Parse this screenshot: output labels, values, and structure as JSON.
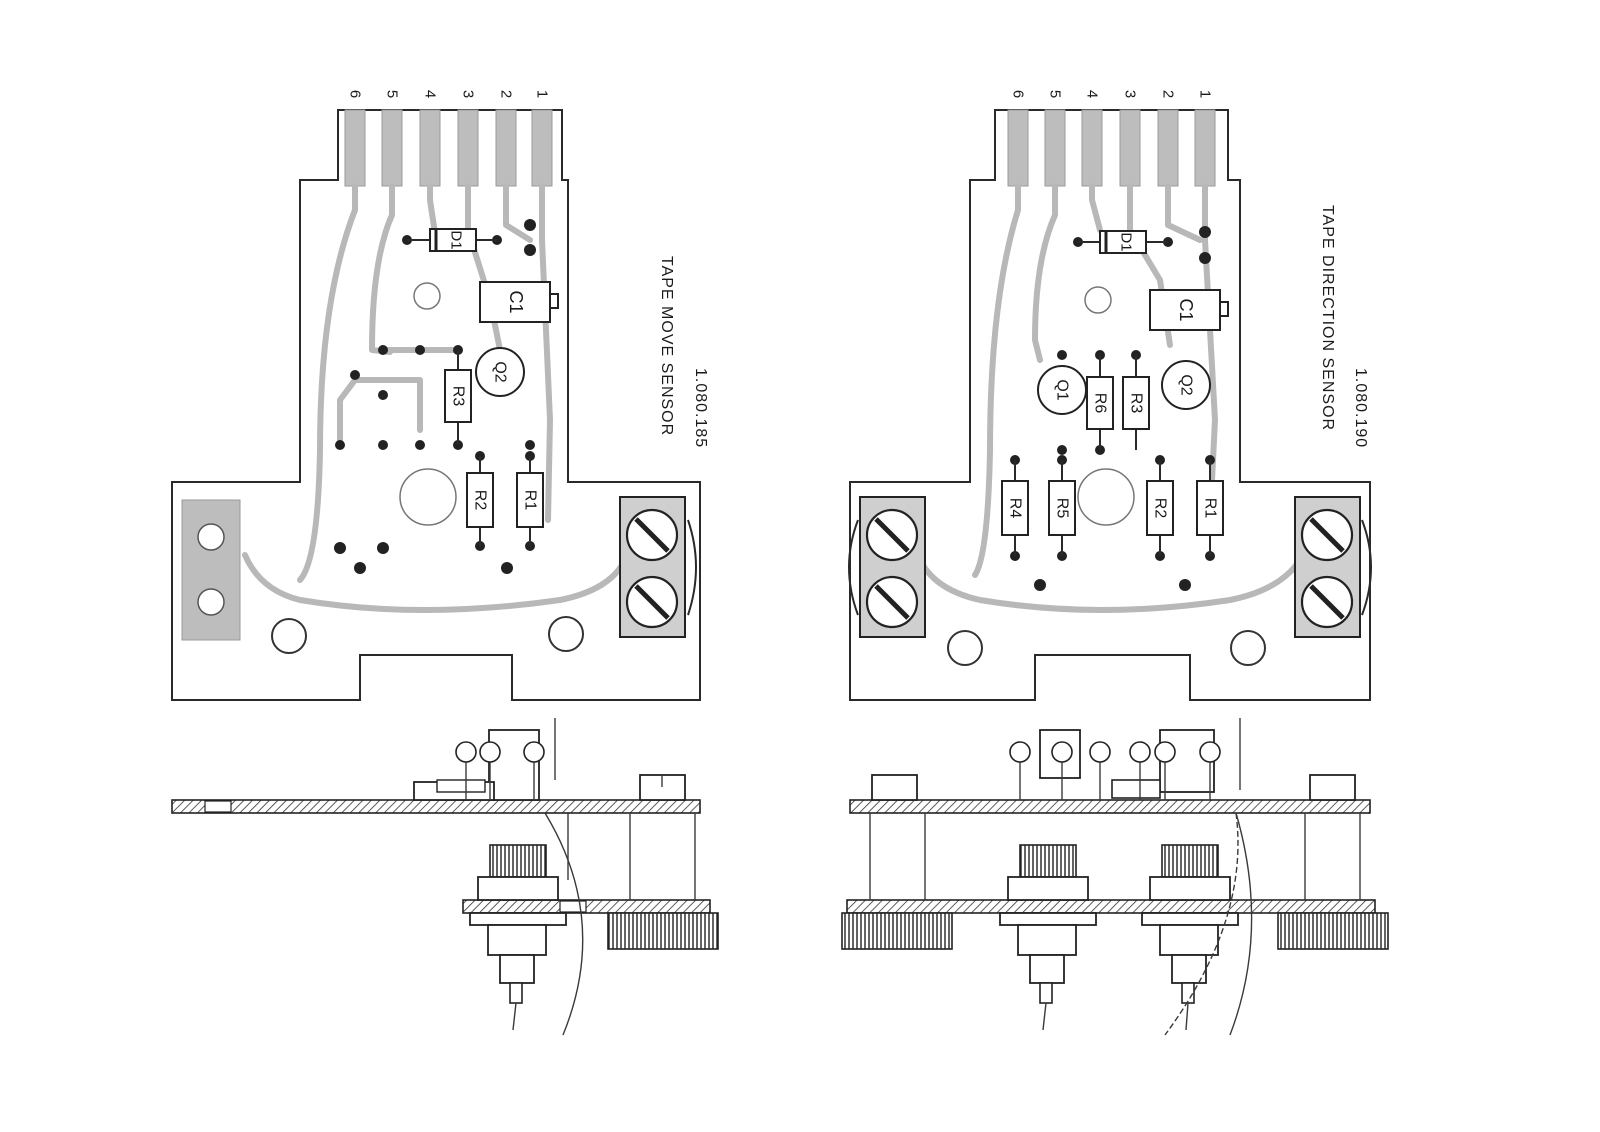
{
  "boards": [
    {
      "title": "TAPE MOVE SENSOR",
      "part_number": "1.080.185",
      "pins": [
        "1",
        "2",
        "3",
        "4",
        "5",
        "6"
      ],
      "components": {
        "d1": "D1",
        "c1": "C1",
        "q2": "Q2",
        "r1": "R1",
        "r2": "R2",
        "r3": "R3"
      }
    },
    {
      "title": "TAPE DIRECTION SENSOR",
      "part_number": "1.080.190",
      "pins": [
        "1",
        "2",
        "3",
        "4",
        "5",
        "6"
      ],
      "components": {
        "d1": "D1",
        "c1": "C1",
        "q1": "Q1",
        "q2": "Q2",
        "r1": "R1",
        "r2": "R2",
        "r3": "R3",
        "r4": "R4",
        "r5": "R5",
        "r6": "R6"
      }
    }
  ]
}
